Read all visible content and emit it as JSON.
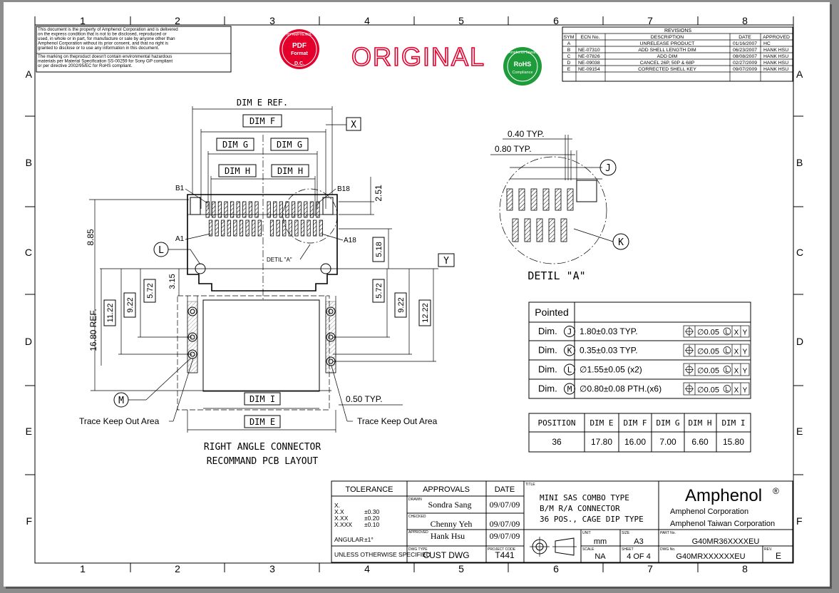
{
  "grid": {
    "columns": [
      "1",
      "2",
      "3",
      "4",
      "5",
      "6",
      "7",
      "8"
    ],
    "rows": [
      "A",
      "B",
      "C",
      "D",
      "E",
      "F"
    ]
  },
  "notice": {
    "lines": [
      "This document is the property of Amphenol Corporation and is delivered",
      "on the express condition that is not to be disclosed, reproduced or",
      "used, in whole or in part, for manufacture or sale by anyone other than",
      "Amphenol Corporation without its prior consent, and that no right is",
      "granted to disclose or to use any information in this document.",
      "The marking on theproduct doesn't contain environmental hazardous",
      "materials per Material Specification SS-00259 for Sony GP compliant",
      "or per directive 2002/95/EC for RoHS compliant."
    ]
  },
  "stamps": {
    "pdf_stamp": {
      "top": "ISSUED BY AMPHENOL TAIWAN",
      "mid1": "PDF",
      "mid2": "Format",
      "bottom": "D.C."
    },
    "original": "ORIGINAL",
    "rohs_stamp": {
      "text1": "Amphenol Taiwan",
      "text2": "RoHS",
      "text3": "Compliance"
    }
  },
  "revisions": {
    "title": "REVISIONS",
    "headers": [
      "SYM",
      "ECN No.",
      "DESCRIPTION",
      "DATE",
      "APPROVED"
    ],
    "rows": [
      [
        "A",
        "",
        "UNRELEASE PRODUCT",
        "01/16/2007",
        "HC"
      ],
      [
        "B",
        "NE-07310",
        "ADD SHELL LENGTH DIM",
        "06/23/2007",
        "HANK HSU"
      ],
      [
        "C",
        "NE-07826",
        "ADD DIM",
        "08/08/2007",
        "HANK HSU"
      ],
      [
        "D",
        "NE-09038",
        "CANCEL 26P, 50P & 68P",
        "02/27/2009",
        "HANK HSU"
      ],
      [
        "E",
        "NE-09154",
        "CORRECTED SHELL KEY",
        "09/07/2009",
        "HANK HSU"
      ]
    ]
  },
  "main_view": {
    "dim_e_ref": "DIM E REF.",
    "dim_f": "DIM F",
    "dim_g": "DIM G",
    "dim_h": "DIM H",
    "dim_i": "DIM I",
    "dim_e": "DIM E",
    "datum_x": "X",
    "datum_y": "Y",
    "datum_l": "L",
    "datum_m": "M",
    "b1": "B1",
    "b18": "B18",
    "a1": "A1",
    "a18": "A18",
    "detil_a": "DETIL \"A\"",
    "d_251": "2.51",
    "d_885": "8.85",
    "d_518": "5.18",
    "d_315": "3.15",
    "d_572": "5.72",
    "d_922": "9.22",
    "d_1122": "11.22",
    "d_1222": "12.22",
    "d_1680": "16.80 REF.",
    "d_050": "0.50 TYP.",
    "trace_keep_out": "Trace Keep Out Area",
    "caption1": "RIGHT ANGLE CONNECTOR",
    "caption2": "RECOMMAND PCB LAYOUT"
  },
  "detail_view": {
    "d_040": "0.40 TYP.",
    "d_080": "0.80 TYP.",
    "datum_j": "J",
    "datum_k": "K",
    "caption": "DETIL \"A\""
  },
  "pointed_table": {
    "title": "Pointed",
    "rows": [
      {
        "label": "Dim.",
        "circle": "J",
        "value": "1.80±0.03 TYP.",
        "tol": "∅0.05",
        "mod": "L",
        "refs": [
          "X",
          "Y"
        ]
      },
      {
        "label": "Dim.",
        "circle": "K",
        "value": "0.35±0.03 TYP.",
        "tol": "∅0.05",
        "mod": "L",
        "refs": [
          "X",
          "Y"
        ]
      },
      {
        "label": "Dim.",
        "circle": "L",
        "value": "∅1.55±0.05 (x2)",
        "tol": "∅0.05",
        "mod": "L",
        "refs": [
          "X",
          "Y"
        ]
      },
      {
        "label": "Dim.",
        "circle": "M",
        "value": "∅0.80±0.08 PTH.(x6)",
        "tol": "∅0.05",
        "mod": "L",
        "refs": [
          "X",
          "Y"
        ]
      }
    ]
  },
  "position_table": {
    "headers": [
      "POSITION",
      "DIM E",
      "DIM F",
      "DIM G",
      "DIM H",
      "DIM I"
    ],
    "row": [
      "36",
      "17.80",
      "16.00",
      "7.00",
      "6.60",
      "15.80"
    ]
  },
  "title_block": {
    "tolerance": "TOLERANCE",
    "tol_x": "X.",
    "tol_xx": "X.X",
    "tol_xx_v": "±0.30",
    "tol_xxx": "X.XX",
    "tol_xxx_v": "±0.20",
    "tol_xxxx": "X.XXX",
    "tol_xxxx_v": "±0.10",
    "angular": "ANGULAR",
    "angular_v": "±1°",
    "unless": "UNLESS OTHERWISE SPECIFIED",
    "approvals": "APPROVALS",
    "date": "DATE",
    "drawn_lbl": "DRAWN",
    "drawn": "Sondra Sang",
    "drawn_date": "09/07/09",
    "checked_lbl": "CHECKED",
    "checked": "Chenny Yeh",
    "checked_date": "09/07/09",
    "approved_lbl": "APPROVED",
    "approved": "Hank Hsu",
    "approved_date": "09/07/09",
    "dwg_type_lbl": "DWG TYPE",
    "dwg_type": "CUST DWG",
    "project_lbl": "PROJECT CODE",
    "project": "T441",
    "title_lbl": "TITLE",
    "title1": "MINI SAS COMBO TYPE",
    "title2": "B/M R/A CONNECTOR",
    "title3": "36 POS., CAGE DIP TYPE",
    "company": "Amphenol",
    "reg": "®",
    "corp1": "Amphenol Corporation",
    "corp2": "Amphenol Taiwan Corporation",
    "unit_lbl": "UNIT",
    "unit": "mm",
    "size_lbl": "SIZE",
    "size": "A3",
    "part_lbl": "PART No.",
    "part": "G40MR36XXXXEU",
    "scale_lbl": "SCALE",
    "scale": "NA",
    "sheet_lbl": "SHEET",
    "sheet": "4 OF 4",
    "dwg_lbl": "DWG No.",
    "dwg": "G40MRXXXXXXEU",
    "rev_lbl": "REV.",
    "rev": "E"
  }
}
